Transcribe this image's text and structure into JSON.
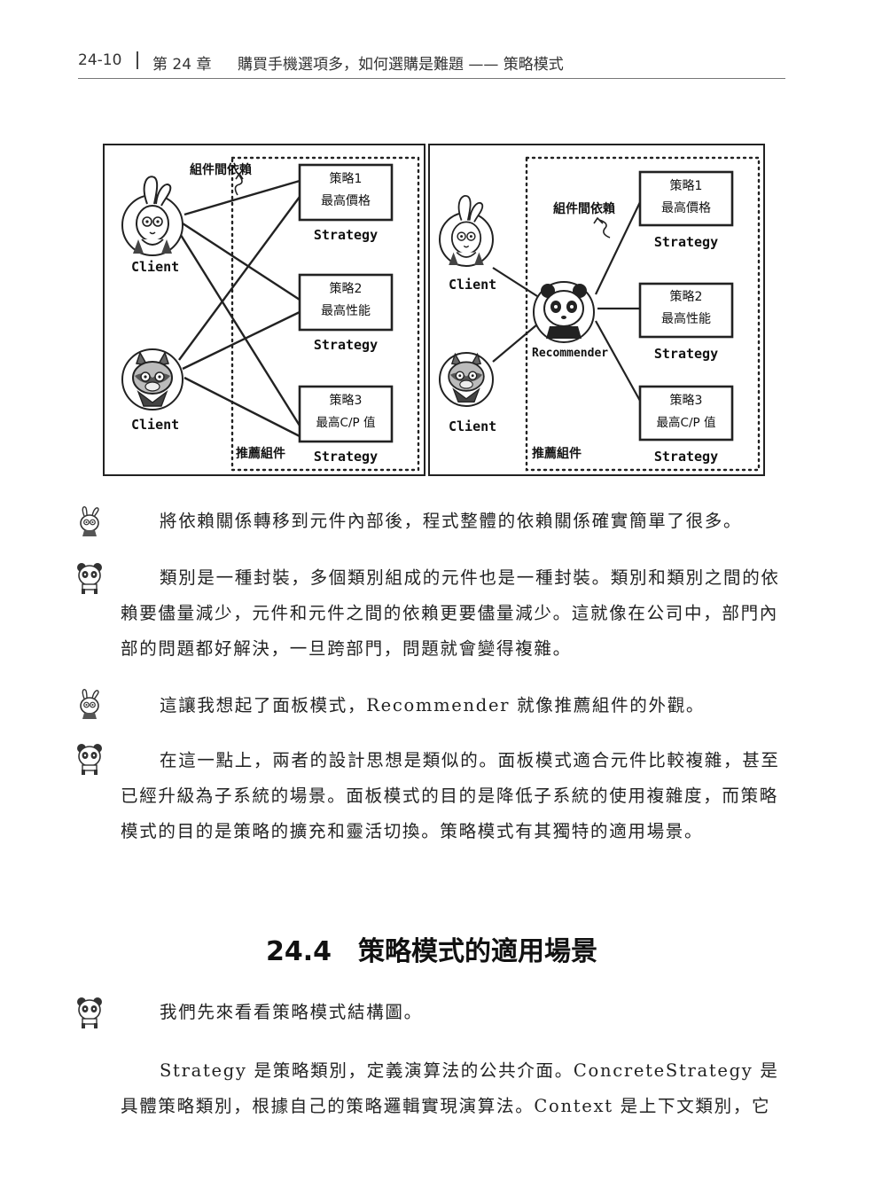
{
  "header": {
    "page_number": "24-10",
    "chapter": "第 24 章",
    "chapter_title": "購買手機選項多，如何選購是難題 —— 策略模式"
  },
  "figure": {
    "left": {
      "dependency_label": "組件間依賴",
      "component_label": "推薦組件",
      "clients": [
        "Client",
        "Client"
      ],
      "strategies": [
        {
          "name": "策略1",
          "desc": "最高價格",
          "label": "Strategy"
        },
        {
          "name": "策略2",
          "desc": "最高性能",
          "label": "Strategy"
        },
        {
          "name": "策略3",
          "desc": "最高C/P 值",
          "label": "Strategy"
        }
      ]
    },
    "right": {
      "dependency_label": "組件間依賴",
      "component_label": "推薦組件",
      "recommender_label": "Recommender",
      "clients": [
        "Client",
        "Client"
      ],
      "strategies": [
        {
          "name": "策略1",
          "desc": "最高價格",
          "label": "Strategy"
        },
        {
          "name": "策略2",
          "desc": "最高性能",
          "label": "Strategy"
        },
        {
          "name": "策略3",
          "desc": "最高C/P 值",
          "label": "Strategy"
        }
      ]
    }
  },
  "paragraphs": [
    {
      "speaker": "rabbit",
      "text": "將依賴關係轉移到元件內部後，程式整體的依賴關係確實簡單了很多。"
    },
    {
      "speaker": "panda",
      "text": "類別是一種封裝，多個類別組成的元件也是一種封裝。類別和類別之間的依賴要儘量減少，元件和元件之間的依賴更要儘量減少。這就像在公司中，部門內部的問題都好解決，一旦跨部門，問題就會變得複雜。"
    },
    {
      "speaker": "rabbit",
      "text": "這讓我想起了面板模式，Recommender 就像推薦組件的外觀。"
    },
    {
      "speaker": "panda",
      "text": "在這一點上，兩者的設計思想是類似的。面板模式適合元件比較複雜，甚至已經升級為子系統的場景。面板模式的目的是降低子系統的使用複雜度，而策略模式的目的是策略的擴充和靈活切換。策略模式有其獨特的適用場景。"
    }
  ],
  "section": {
    "number": "24.4",
    "title": "策略模式的適用場景"
  },
  "after_section": [
    {
      "speaker": "panda",
      "text": "我們先來看看策略模式結構圖。"
    },
    {
      "speaker": "",
      "text": "Strategy 是策略類別，定義演算法的公共介面。ConcreteStrategy 是具體策略類別，根據自己的策略邏輯實現演算法。Context 是上下文類別，它"
    }
  ]
}
